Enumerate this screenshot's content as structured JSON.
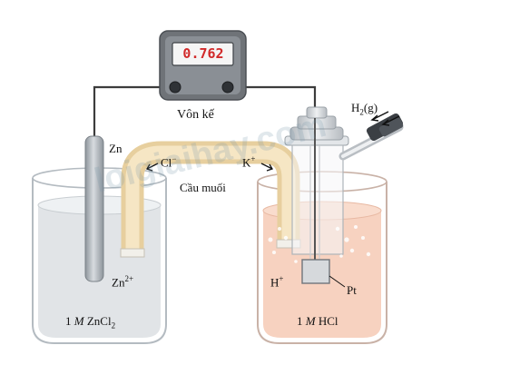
{
  "meter": {
    "reading": "0.762",
    "label": "Vôn kế"
  },
  "anode": {
    "electrode": "Zn",
    "ion": "Zn",
    "ion_charge": "2+",
    "solution_conc": "1",
    "solution_unit": "M",
    "solution_formula": "ZnCl",
    "solution_sub": "2"
  },
  "cathode": {
    "electrode": "Pt",
    "ion": "H",
    "ion_charge": "+",
    "solution_conc": "1",
    "solution_unit": "M",
    "solution_formula": "HCl"
  },
  "gas": {
    "formula": "H",
    "sub": "2",
    "state": "(g)"
  },
  "salt_bridge": {
    "label": "Cầu muối",
    "anion": "Cl",
    "anion_charge": "−",
    "cation": "K",
    "cation_charge": "+"
  },
  "watermark": "loigiaihay.com",
  "colors": {
    "zn_solution": "#dfe3e6",
    "hcl_solution": "#f7d2c0",
    "salt_bridge": "#f3dfb7",
    "meter_body": "#6f7378",
    "meter_screen": "#f5f5f5",
    "digits": "#d12a2a"
  }
}
